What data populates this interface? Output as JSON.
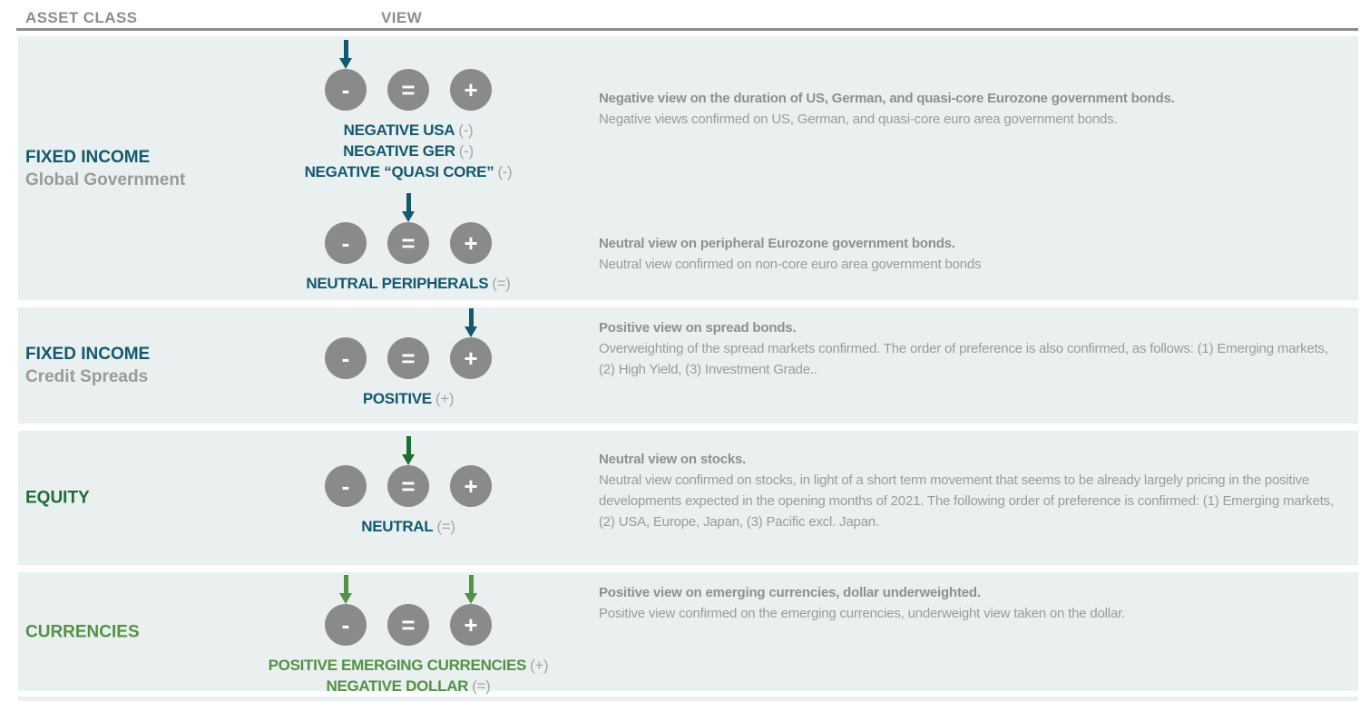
{
  "colors": {
    "teal": "#12596f",
    "green_dark": "#1c6e33",
    "green": "#549147",
    "circle_gray": "#8a8a8a",
    "band_bg": "#eaf0f0",
    "header_gray": "#8d8d8d",
    "desc_gray": "#9b9b9b",
    "suffix_gray": "#a6a6a6"
  },
  "header": {
    "asset_class_label": "ASSET CLASS",
    "view_label": "VIEW"
  },
  "view_symbols": {
    "minus": "-",
    "equal": "=",
    "plus": "+"
  },
  "rows": [
    {
      "title": "FIXED INCOME",
      "subtitle": "Global Government",
      "groups": [
        {
          "selected": "minus",
          "labels": [
            {
              "text": "NEGATIVE USA",
              "suffix": "(-)"
            },
            {
              "text": "NEGATIVE GER",
              "suffix": "(-)"
            },
            {
              "text": "NEGATIVE “QUASI CORE”",
              "suffix": "(-)"
            }
          ],
          "description_bold": "Negative view on the duration of US, German, and quasi-core Eurozone government bonds.",
          "description": "Negative views confirmed on US, German, and quasi-core euro area government bonds."
        },
        {
          "selected": "equal",
          "labels": [
            {
              "text": "NEUTRAL PERIPHERALS",
              "suffix": "(=)"
            }
          ],
          "description_bold": "Neutral view on peripheral Eurozone government bonds.",
          "description": "Neutral view confirmed on non-core euro area government bonds"
        }
      ]
    },
    {
      "title": "FIXED INCOME",
      "subtitle": "Credit Spreads",
      "groups": [
        {
          "selected": "plus",
          "labels": [
            {
              "text": "POSITIVE",
              "suffix": "(+)"
            }
          ],
          "description_bold": "Positive view on spread bonds.",
          "description": "Overweighting of the spread markets confirmed. The order of preference is also confirmed, as follows: (1) Emerging markets, (2) High Yield, (3) Investment Grade.."
        }
      ]
    },
    {
      "title": "EQUITY",
      "groups": [
        {
          "selected": "equal",
          "labels": [
            {
              "text": "NEUTRAL",
              "suffix": "(=)"
            }
          ],
          "description_bold": "Neutral view on stocks.",
          "description": "Neutral view confirmed on stocks, in light of a short term movement that seems to be already largely pricing in the positive developments expected in the opening months of 2021. The following order of preference is confirmed: (1) Emerging markets, (2) USA, Europe, Japan, (3) Pacific excl. Japan."
        }
      ]
    },
    {
      "title": "CURRENCIES",
      "groups": [
        {
          "selected": "minus_and_plus",
          "labels": [
            {
              "text": "POSITIVE EMERGING CURRENCIES",
              "suffix": "(+)"
            },
            {
              "text": "NEGATIVE DOLLAR",
              "suffix": "(=)"
            }
          ],
          "description_bold": "Positive view on emerging currencies, dollar underweighted.",
          "description": "Positive view confirmed on the emerging currencies, underweight view taken on the dollar."
        }
      ]
    }
  ]
}
